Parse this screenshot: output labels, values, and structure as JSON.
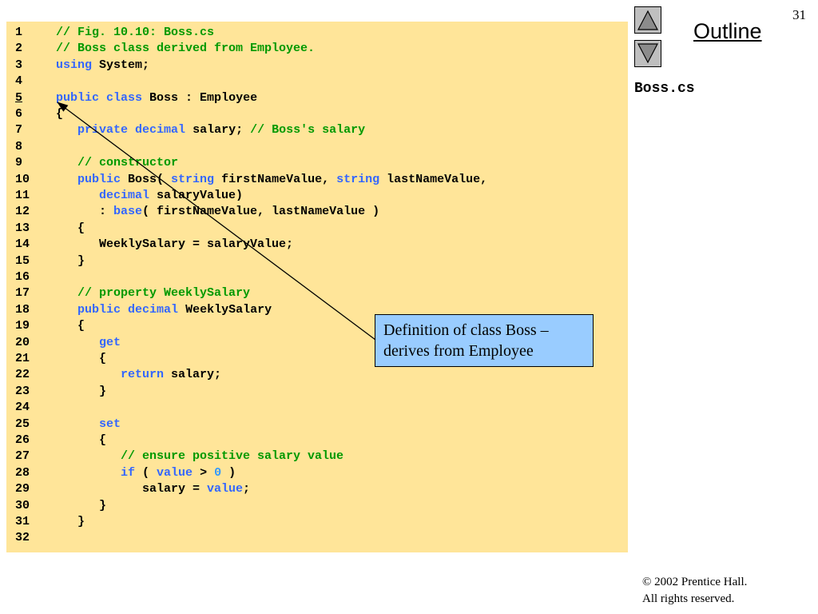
{
  "slide_number": "31",
  "outline_label": "Outline",
  "file_name": "Boss.cs",
  "callout_text": [
    "Definition of class Boss –",
    "derives from Employee"
  ],
  "copyright": {
    "line1": "© 2002 Prentice Hall.",
    "line2": "All rights reserved."
  },
  "nav": {
    "up_icon": "triangle-up-icon",
    "down_icon": "triangle-down-icon"
  },
  "colors": {
    "code_background": "#ffe599",
    "keyword": "#3366ff",
    "comment": "#009900",
    "number": "#3399ff",
    "callout": "#99ccff"
  },
  "code": {
    "lines": [
      {
        "num": "1",
        "tokens": [
          [
            "c",
            "// Fig. 10.10: Boss.cs"
          ]
        ]
      },
      {
        "num": "2",
        "tokens": [
          [
            "c",
            "// Boss class derived from Employee."
          ]
        ]
      },
      {
        "num": "3",
        "tokens": [
          [
            "k",
            "using"
          ],
          [
            "p",
            " System;"
          ]
        ]
      },
      {
        "num": "4",
        "tokens": []
      },
      {
        "num": "5",
        "underline": true,
        "tokens": [
          [
            "k",
            "public"
          ],
          [
            "p",
            " "
          ],
          [
            "k",
            "class"
          ],
          [
            "p",
            " Boss : Employee"
          ]
        ]
      },
      {
        "num": "6",
        "tokens": [
          [
            "p",
            "{"
          ]
        ]
      },
      {
        "num": "7",
        "tokens": [
          [
            "p",
            "   "
          ],
          [
            "k",
            "private"
          ],
          [
            "p",
            " "
          ],
          [
            "k",
            "decimal"
          ],
          [
            "p",
            " salary; "
          ],
          [
            "c",
            "// Boss's salary"
          ]
        ]
      },
      {
        "num": "8",
        "tokens": []
      },
      {
        "num": "9",
        "tokens": [
          [
            "p",
            "   "
          ],
          [
            "c",
            "// constructor"
          ]
        ]
      },
      {
        "num": "10",
        "tokens": [
          [
            "p",
            "   "
          ],
          [
            "k",
            "public"
          ],
          [
            "p",
            " Boss( "
          ],
          [
            "k",
            "string"
          ],
          [
            "p",
            " firstNameValue, "
          ],
          [
            "k",
            "string"
          ],
          [
            "p",
            " lastNameValue,"
          ]
        ]
      },
      {
        "num": "11",
        "tokens": [
          [
            "p",
            "      "
          ],
          [
            "k",
            "decimal"
          ],
          [
            "p",
            " salaryValue)"
          ]
        ]
      },
      {
        "num": "12",
        "tokens": [
          [
            "p",
            "      : "
          ],
          [
            "k",
            "base"
          ],
          [
            "p",
            "( firstNameValue, lastNameValue )"
          ]
        ]
      },
      {
        "num": "13",
        "tokens": [
          [
            "p",
            "   {"
          ]
        ]
      },
      {
        "num": "14",
        "tokens": [
          [
            "p",
            "      WeeklySalary = salaryValue;"
          ]
        ]
      },
      {
        "num": "15",
        "tokens": [
          [
            "p",
            "   }"
          ]
        ]
      },
      {
        "num": "16",
        "tokens": []
      },
      {
        "num": "17",
        "tokens": [
          [
            "p",
            "   "
          ],
          [
            "c",
            "// property WeeklySalary"
          ]
        ]
      },
      {
        "num": "18",
        "tokens": [
          [
            "p",
            "   "
          ],
          [
            "k",
            "public"
          ],
          [
            "p",
            " "
          ],
          [
            "k",
            "decimal"
          ],
          [
            "p",
            " WeeklySalary"
          ]
        ]
      },
      {
        "num": "19",
        "tokens": [
          [
            "p",
            "   {"
          ]
        ]
      },
      {
        "num": "20",
        "tokens": [
          [
            "p",
            "      "
          ],
          [
            "k",
            "get"
          ]
        ]
      },
      {
        "num": "21",
        "tokens": [
          [
            "p",
            "      {"
          ]
        ]
      },
      {
        "num": "22",
        "tokens": [
          [
            "p",
            "         "
          ],
          [
            "k",
            "return"
          ],
          [
            "p",
            " salary;"
          ]
        ]
      },
      {
        "num": "23",
        "tokens": [
          [
            "p",
            "      }"
          ]
        ]
      },
      {
        "num": "24",
        "tokens": []
      },
      {
        "num": "25",
        "tokens": [
          [
            "p",
            "      "
          ],
          [
            "k",
            "set"
          ]
        ]
      },
      {
        "num": "26",
        "tokens": [
          [
            "p",
            "      {"
          ]
        ]
      },
      {
        "num": "27",
        "tokens": [
          [
            "p",
            "         "
          ],
          [
            "c",
            "// ensure positive salary value"
          ]
        ]
      },
      {
        "num": "28",
        "tokens": [
          [
            "p",
            "         "
          ],
          [
            "k",
            "if"
          ],
          [
            "p",
            " ( "
          ],
          [
            "k",
            "value"
          ],
          [
            "p",
            " > "
          ],
          [
            "n",
            "0"
          ],
          [
            "p",
            " )"
          ]
        ]
      },
      {
        "num": "29",
        "tokens": [
          [
            "p",
            "            salary = "
          ],
          [
            "k",
            "value"
          ],
          [
            "p",
            ";"
          ]
        ]
      },
      {
        "num": "30",
        "tokens": [
          [
            "p",
            "      }"
          ]
        ]
      },
      {
        "num": "31",
        "tokens": [
          [
            "p",
            "   }"
          ]
        ]
      },
      {
        "num": "32",
        "tokens": []
      }
    ]
  }
}
